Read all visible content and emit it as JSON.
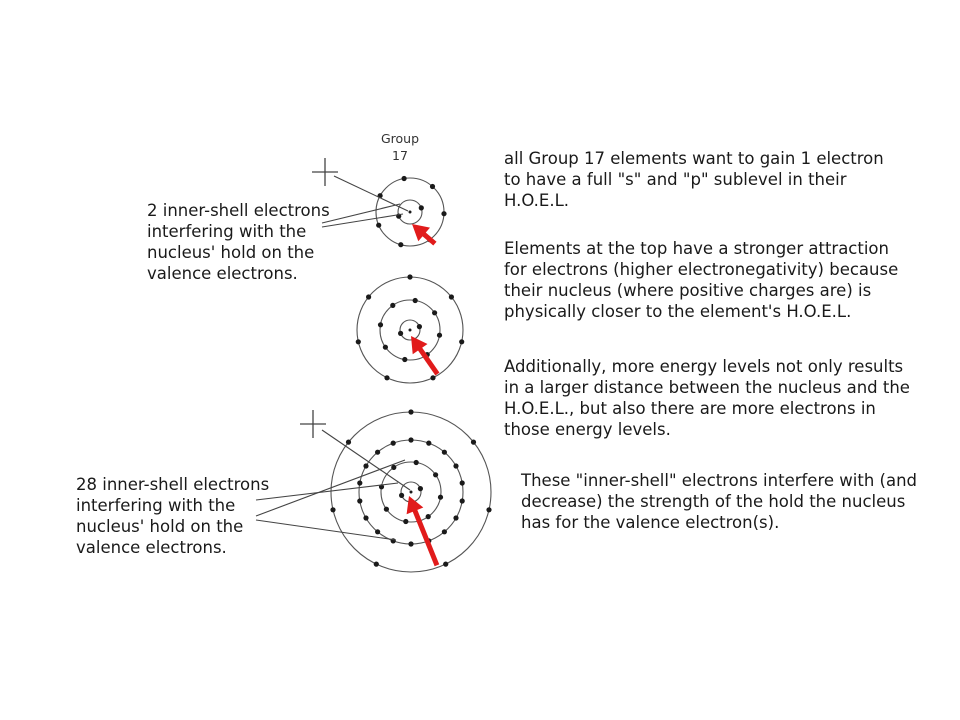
{
  "group_label": "Group\n17",
  "paragraphs": [
    "all Group 17 elements want to gain 1 electron\nto have a full \"s\" and \"p\" sublevel in their\nH.O.E.L.",
    "Elements at the top have a stronger attraction\nfor electrons (higher electronegativity) because\ntheir nucleus (where positive charges are) is\nphysically closer to the element's H.O.E.L.",
    "Additionally, more energy levels not only results\nin a larger distance between the nucleus and the\nH.O.E.L., but also there are more electrons in\nthose energy levels.",
    "These \"inner-shell\" electrons interfere with (and\ndecrease) the strength of the hold the nucleus\nhas for the valence electron(s)."
  ],
  "annotations": [
    "2 inner-shell electrons\ninterfering with the\nnucleus' hold on the\nvalence electrons.",
    "28 inner-shell electrons\ninterfering with the\nnucleus' hold on the\nvalence electrons."
  ],
  "colors": {
    "arrow": "#e11b1b",
    "ink": "#1a1a1a",
    "line": "#444444"
  }
}
